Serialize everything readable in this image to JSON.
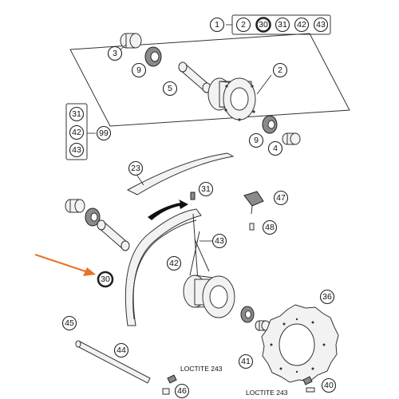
{
  "colors": {
    "highlight": "#e8722a",
    "line": "#222222"
  },
  "callouts": {
    "header": [
      "1",
      "2",
      "30",
      "31",
      "42",
      "43"
    ],
    "highlighted": "30",
    "c3": "3",
    "c9a": "9",
    "c5": "5",
    "c2": "2",
    "c9b": "9",
    "c4": "4",
    "c31": "31",
    "c42": "42",
    "c43": "43",
    "c99": "99",
    "c23": "23",
    "c31b": "31",
    "c47": "47",
    "c48": "48",
    "c43b": "43",
    "c42b": "42",
    "c30": "30",
    "c36": "36",
    "c45": "45",
    "c44": "44",
    "c41": "41",
    "c40": "40",
    "c46": "46"
  },
  "labels": {
    "loctite_a": "LOCTITE 243",
    "loctite_b": "LOCTITE 243"
  }
}
